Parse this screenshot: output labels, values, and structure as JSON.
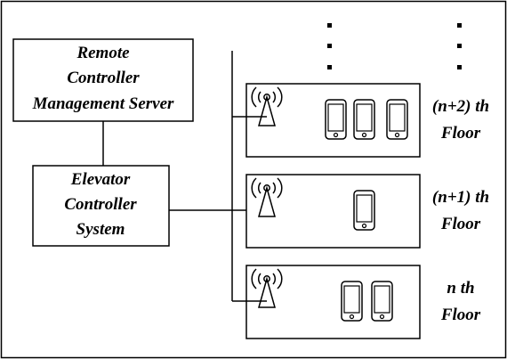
{
  "remote_server": {
    "line1": "Remote",
    "line2": "Controller",
    "line3": "Management Server"
  },
  "elevator_system": {
    "line1": "Elevator",
    "line2": "Controller",
    "line3": "System"
  },
  "floors": [
    {
      "line1": "(n+2) th",
      "line2": "Floor",
      "phones": 3,
      "icon": "antenna-icon"
    },
    {
      "line1": "(n+1) th",
      "line2": "Floor",
      "phones": 1,
      "icon": "antenna-icon"
    },
    {
      "line1": "n th",
      "line2": "Floor",
      "phones": 2,
      "icon": "antenna-icon"
    }
  ],
  "colors": {
    "stroke": "#000000",
    "background": "#ffffff"
  }
}
